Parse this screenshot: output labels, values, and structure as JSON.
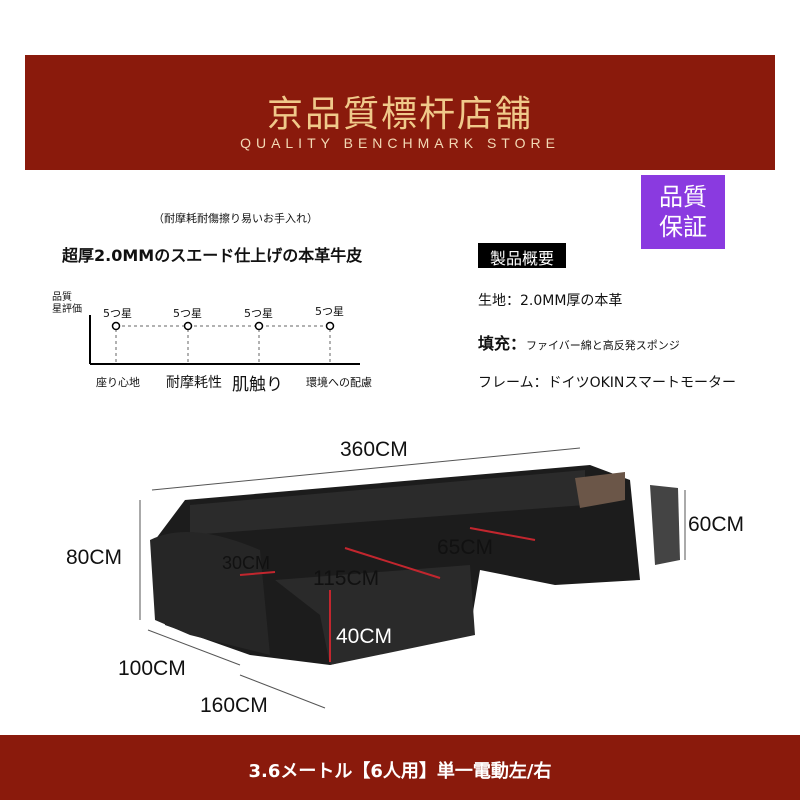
{
  "header": {
    "title": "京品質標杆店舗",
    "subtitle": "QUALITY BENCHMARK STORE"
  },
  "badge": {
    "line1": "品質",
    "line2": "保証"
  },
  "left": {
    "note": "（耐摩耗耐傷擦り易いお手入れ）",
    "headline": "超厚2.0MMのスエード仕上げの本革牛皮",
    "axis_label1": "品質",
    "axis_label2": "星評価",
    "ratings": [
      {
        "label": "座り心地",
        "value": "5つ星"
      },
      {
        "label": "耐摩耗性",
        "value": "5つ星"
      },
      {
        "label": "肌触り",
        "value": "5つ星"
      },
      {
        "label": "環境への配慮",
        "value": "5つ星"
      }
    ]
  },
  "overview": {
    "title": "製品概要",
    "fabric": "生地：2.0MM厚の本革",
    "filling_label": "填充：",
    "filling": "ファイバー綿と高反発スポンジ",
    "frame": "フレーム：ドイツOKINスマートモーター"
  },
  "dims": {
    "width": "360CM",
    "height": "80CM",
    "back": "60CM",
    "arm": "30CM",
    "seat_depth": "65CM",
    "chaise_width": "115CM",
    "seat_height": "40CM",
    "depth": "100CM",
    "chaise_length": "160CM"
  },
  "footer": "3.6メートル【6人用】単一電動左/右"
}
